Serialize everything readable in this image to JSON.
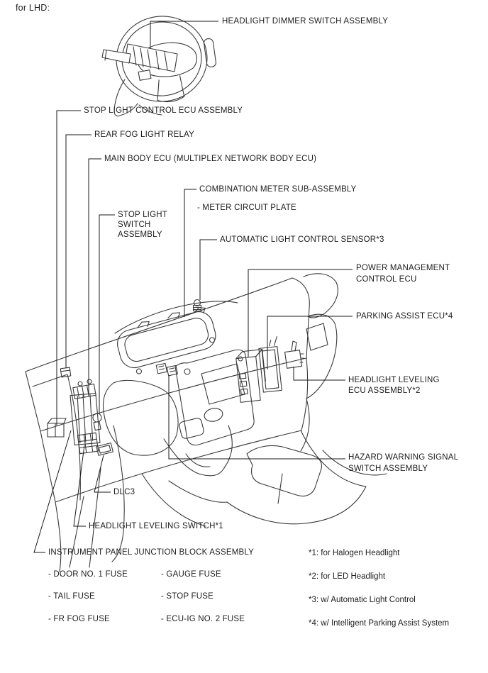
{
  "page": {
    "variant_label": "for LHD:"
  },
  "callouts": {
    "headlight_dimmer": {
      "label": "HEADLIGHT DIMMER SWITCH ASSEMBLY"
    },
    "stop_light_control_ecu": {
      "label": "STOP LIGHT CONTROL ECU ASSEMBLY"
    },
    "rear_fog_light_relay": {
      "label": "REAR FOG LIGHT RELAY"
    },
    "main_body_ecu": {
      "label": "MAIN BODY ECU (MULTIPLEX NETWORK BODY ECU)"
    },
    "combination_meter": {
      "label": "COMBINATION METER SUB-ASSEMBLY"
    },
    "meter_circuit_plate": {
      "label": "- METER CIRCUIT PLATE"
    },
    "stop_light_switch": {
      "line1": "STOP LIGHT",
      "line2": "SWITCH",
      "line3": "ASSEMBLY"
    },
    "auto_light_sensor": {
      "label": "AUTOMATIC LIGHT CONTROL SENSOR*3"
    },
    "power_management_ecu": {
      "line1": "POWER MANAGEMENT",
      "line2": "CONTROL ECU"
    },
    "parking_assist_ecu": {
      "label": "PARKING ASSIST ECU*4"
    },
    "headlight_leveling_ecu": {
      "line1": "HEADLIGHT LEVELING",
      "line2": "ECU ASSEMBLY*2"
    },
    "hazard_switch": {
      "line1": "HAZARD WARNING SIGNAL",
      "line2": "SWITCH ASSEMBLY"
    },
    "dlc3": {
      "label": "DLC3"
    },
    "headlight_leveling_switch": {
      "label": "HEADLIGHT LEVELING SWITCH*1"
    },
    "junction_block": {
      "label": "INSTRUMENT PANEL JUNCTION BLOCK ASSEMBLY"
    }
  },
  "fuses": {
    "col1": [
      "- DOOR NO. 1 FUSE",
      "- TAIL FUSE",
      "- FR FOG FUSE"
    ],
    "col2": [
      "- GAUGE FUSE",
      "- STOP FUSE",
      "- ECU-IG NO. 2 FUSE"
    ]
  },
  "footnotes": [
    "*1: for Halogen Headlight",
    "*2: for LED Headlight",
    "*3: w/ Automatic Light Control",
    "*4: w/ Intelligent Parking Assist System"
  ],
  "colors": {
    "line_art": "#3a3a3a",
    "leader_line": "#1a1a1a",
    "text": "#1d1d1d",
    "background": "#ffffff"
  }
}
